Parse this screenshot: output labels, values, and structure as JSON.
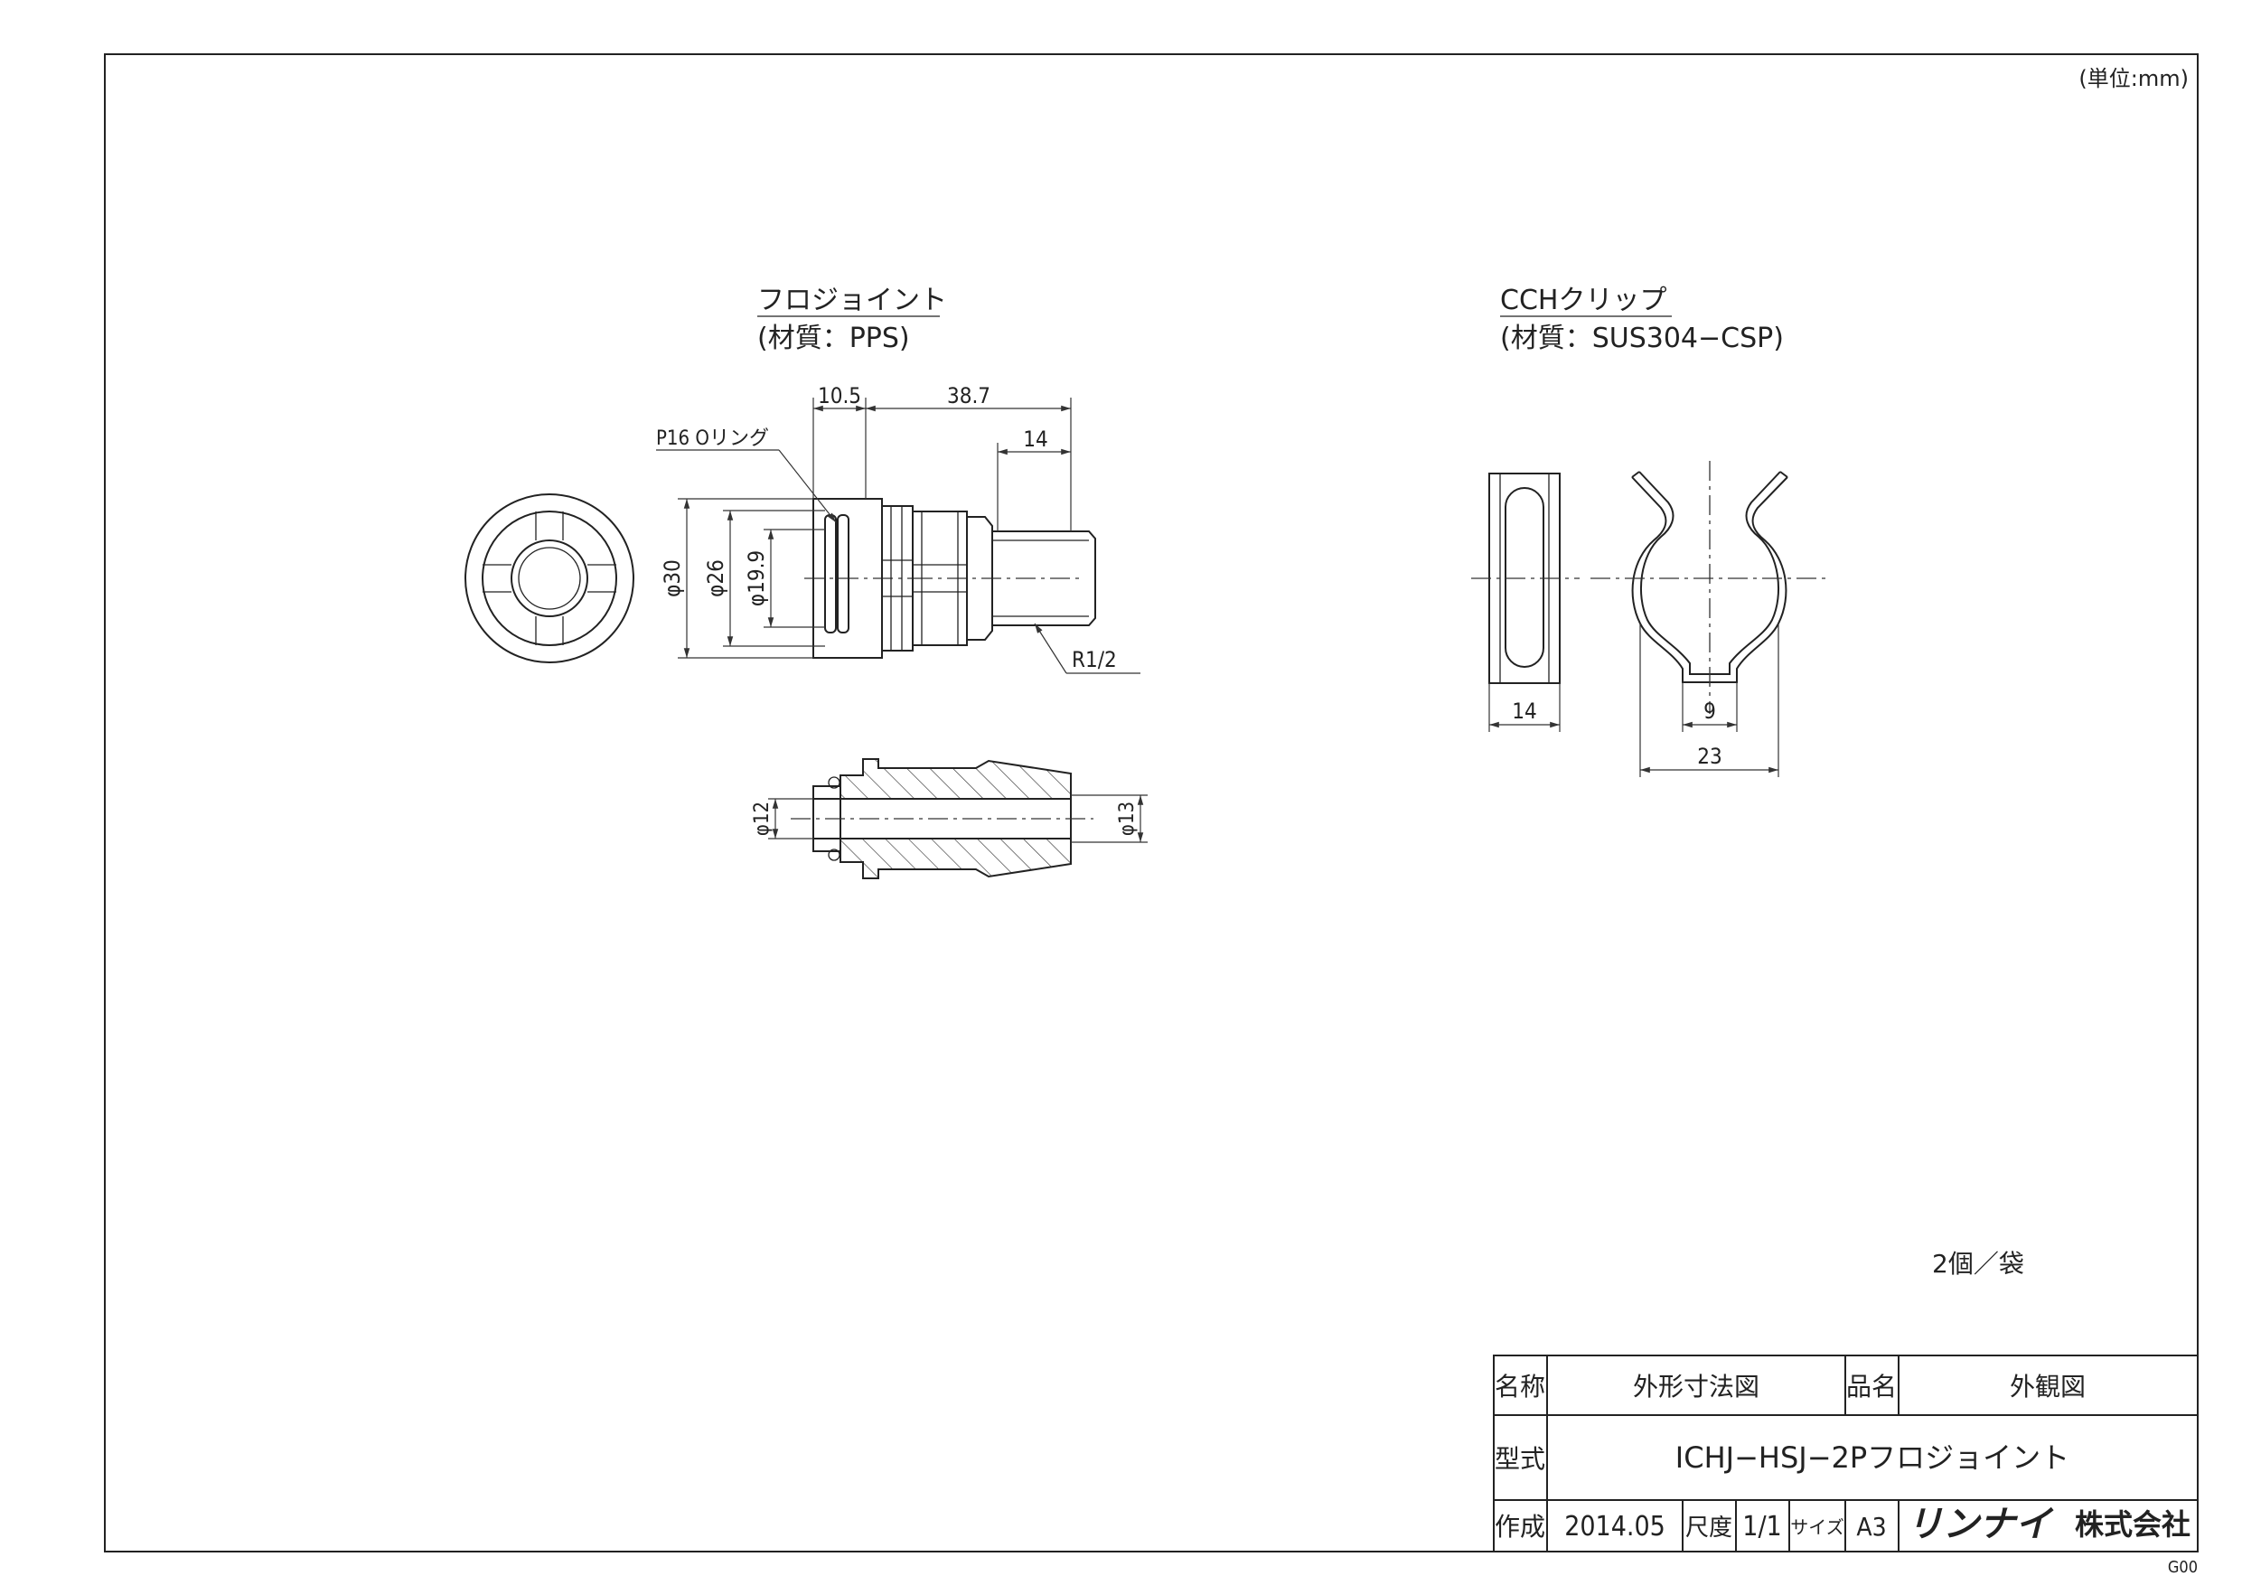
{
  "unit_note": "(単位:mm)",
  "part1": {
    "name": "フロジョイント",
    "material": "(材質：PPS)",
    "dims": {
      "d1": "10.5",
      "d2": "38.7",
      "d3": "14",
      "oring": "P16 Oリング",
      "dia30": "φ30",
      "dia26": "φ26",
      "dia199": "φ19.9",
      "thread": "R1/2",
      "dia12": "φ12",
      "dia13": "φ13"
    }
  },
  "part2": {
    "name": "CCHクリップ",
    "material": "(材質：SUS304−CSP)",
    "dims": {
      "w14": "14",
      "w9": "9",
      "w23": "23"
    }
  },
  "quantity": "2個／袋",
  "title_block": {
    "name_label": "名称",
    "name_value": "外形寸法図",
    "product_label": "品名",
    "product_value": "外観図",
    "model_label": "型式",
    "model_value": "ICHJ−HSJ−2Pフロジョイント",
    "created_label": "作成",
    "created_value": "2014.05",
    "scale_label": "尺度",
    "scale_value": "1/1",
    "size_label": "サイズ",
    "size_value": "A3",
    "company_logo": "リンナイ",
    "company_suffix": "株式会社"
  },
  "corner_code": "G00"
}
